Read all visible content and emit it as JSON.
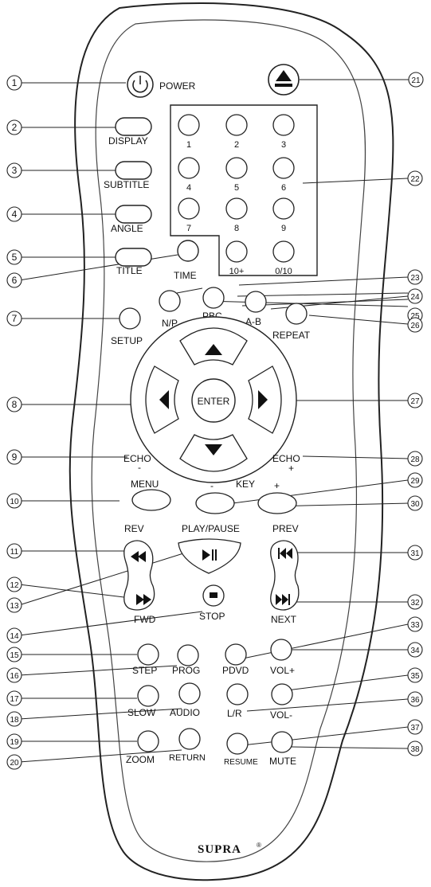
{
  "brand": "SUPRA",
  "brand_mark": "®",
  "labels": {
    "power": "POWER",
    "display": "DISPLAY",
    "subtitle": "SUBTITLE",
    "angle": "ANGLE",
    "title": "TITLE",
    "time": "TIME",
    "np": "N/P",
    "pbc": "PBC",
    "ab": "A-B",
    "repeat": "REPEAT",
    "setup": "SETUP",
    "enter": "ENTER",
    "echo_minus": "ECHO",
    "echo_minus_sign": "-",
    "echo_plus": "ECHO",
    "echo_plus_sign": "+",
    "menu": "MENU",
    "key": "KEY",
    "key_minus": "-",
    "key_plus": "+",
    "rev": "REV",
    "fwd": "FWD",
    "play_pause": "PLAY/PAUSE",
    "stop": "STOP",
    "prev": "PREV",
    "next": "NEXT",
    "step": "STEP",
    "prog": "PROG",
    "pdvd": "PDVD",
    "vol_plus": "VOL+",
    "slow": "SLOW",
    "audio": "AUDIO",
    "lr": "L/R",
    "vol_minus": "VOL-",
    "zoom": "ZOOM",
    "return": "RETURN",
    "resume": "RESUME",
    "mute": "MUTE"
  },
  "numpad": [
    "1",
    "2",
    "3",
    "4",
    "5",
    "6",
    "7",
    "8",
    "9",
    "10+",
    "0/10"
  ],
  "callouts": {
    "c1": "1",
    "c2": "2",
    "c3": "3",
    "c4": "4",
    "c5": "5",
    "c6": "6",
    "c7": "7",
    "c8": "8",
    "c9": "9",
    "c10": "10",
    "c11": "11",
    "c12": "12",
    "c13": "13",
    "c14": "14",
    "c15": "15",
    "c16": "16",
    "c17": "17",
    "c18": "18",
    "c19": "19",
    "c20": "20",
    "c21": "21",
    "c22": "22",
    "c23": "23",
    "c24": "24",
    "c25": "25",
    "c26": "26",
    "c27": "27",
    "c28": "28",
    "c29": "29",
    "c30": "30",
    "c31": "31",
    "c32": "32",
    "c33": "33",
    "c34": "34",
    "c35": "35",
    "c36": "36",
    "c37": "37",
    "c38": "38"
  }
}
